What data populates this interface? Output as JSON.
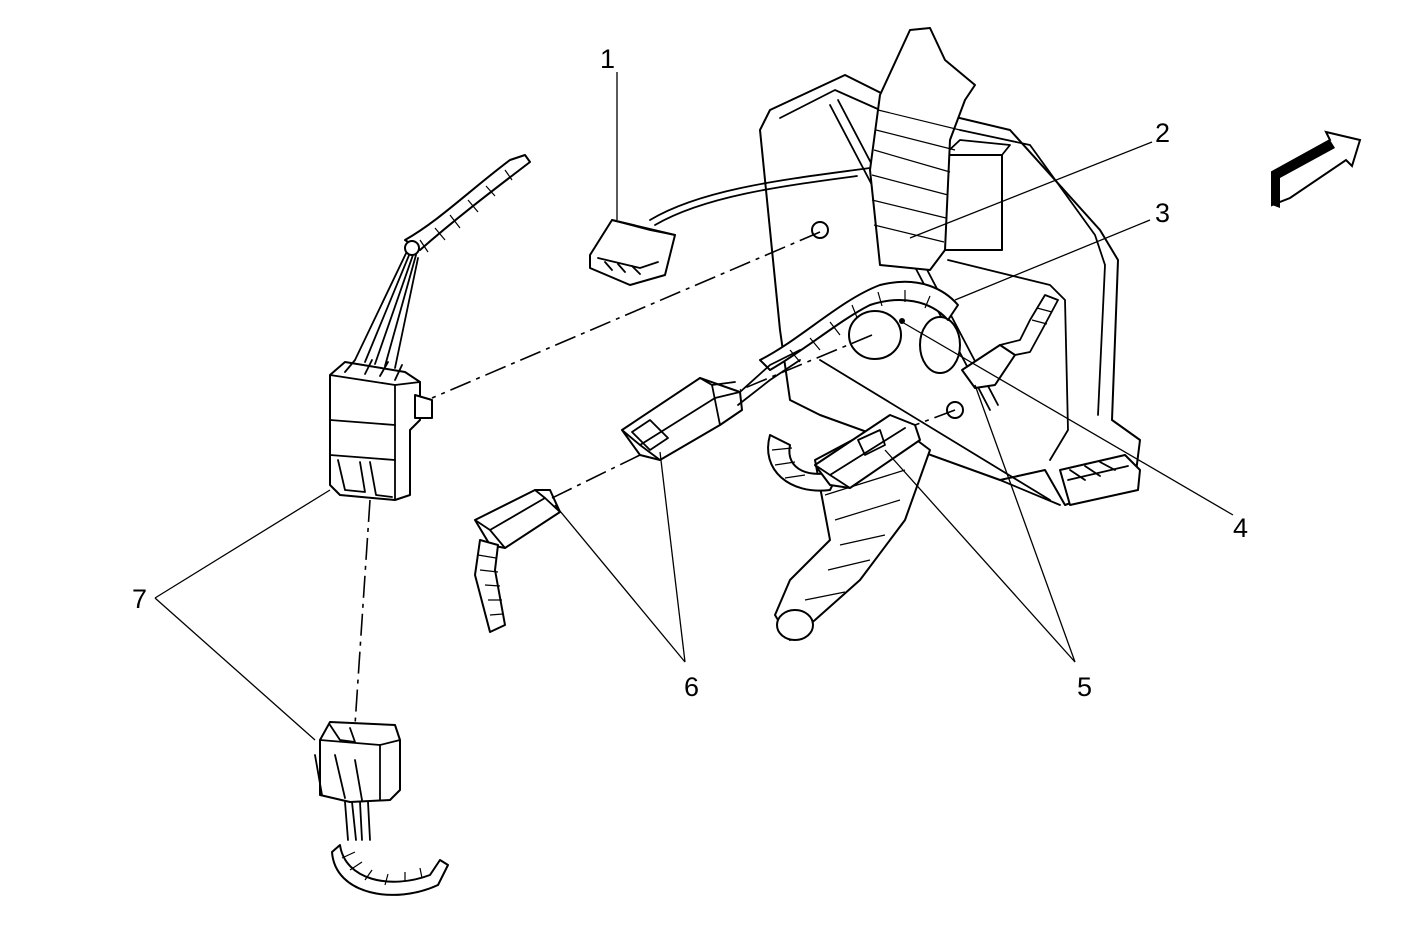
{
  "diagram": {
    "callouts": [
      "1",
      "2",
      "3",
      "4",
      "5",
      "6",
      "7"
    ]
  }
}
